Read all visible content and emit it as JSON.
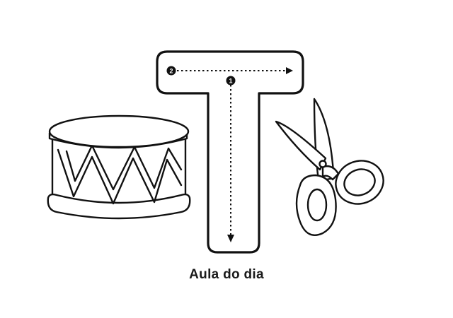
{
  "caption": "Aula do dia",
  "letter": {
    "stroke_1_number": "1",
    "stroke_2_number": "2"
  },
  "illustrations": {
    "left": "drum-icon",
    "right": "scissors-icon"
  },
  "colors": {
    "ink": "#111111",
    "paper": "#ffffff"
  }
}
